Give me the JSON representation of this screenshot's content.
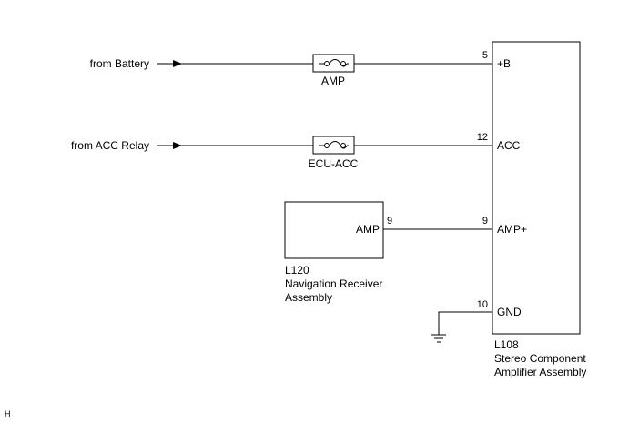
{
  "inputs": {
    "battery_label": "from Battery",
    "acc_relay_label": "from ACC Relay"
  },
  "fuses": {
    "amp": "AMP",
    "ecu_acc": "ECU-ACC"
  },
  "navigation_receiver": {
    "pin_label": "AMP",
    "pin_number": "9",
    "code": "L120",
    "name_line1": "Navigation Receiver",
    "name_line2": "Assembly"
  },
  "amplifier": {
    "code": "L108",
    "name_line1": "Stereo Component",
    "name_line2": "Amplifier Assembly",
    "pins": [
      {
        "number": "5",
        "label": "+B"
      },
      {
        "number": "12",
        "label": "ACC"
      },
      {
        "number": "9",
        "label": "AMP+"
      },
      {
        "number": "10",
        "label": "GND"
      }
    ]
  },
  "footer_mark": "H"
}
